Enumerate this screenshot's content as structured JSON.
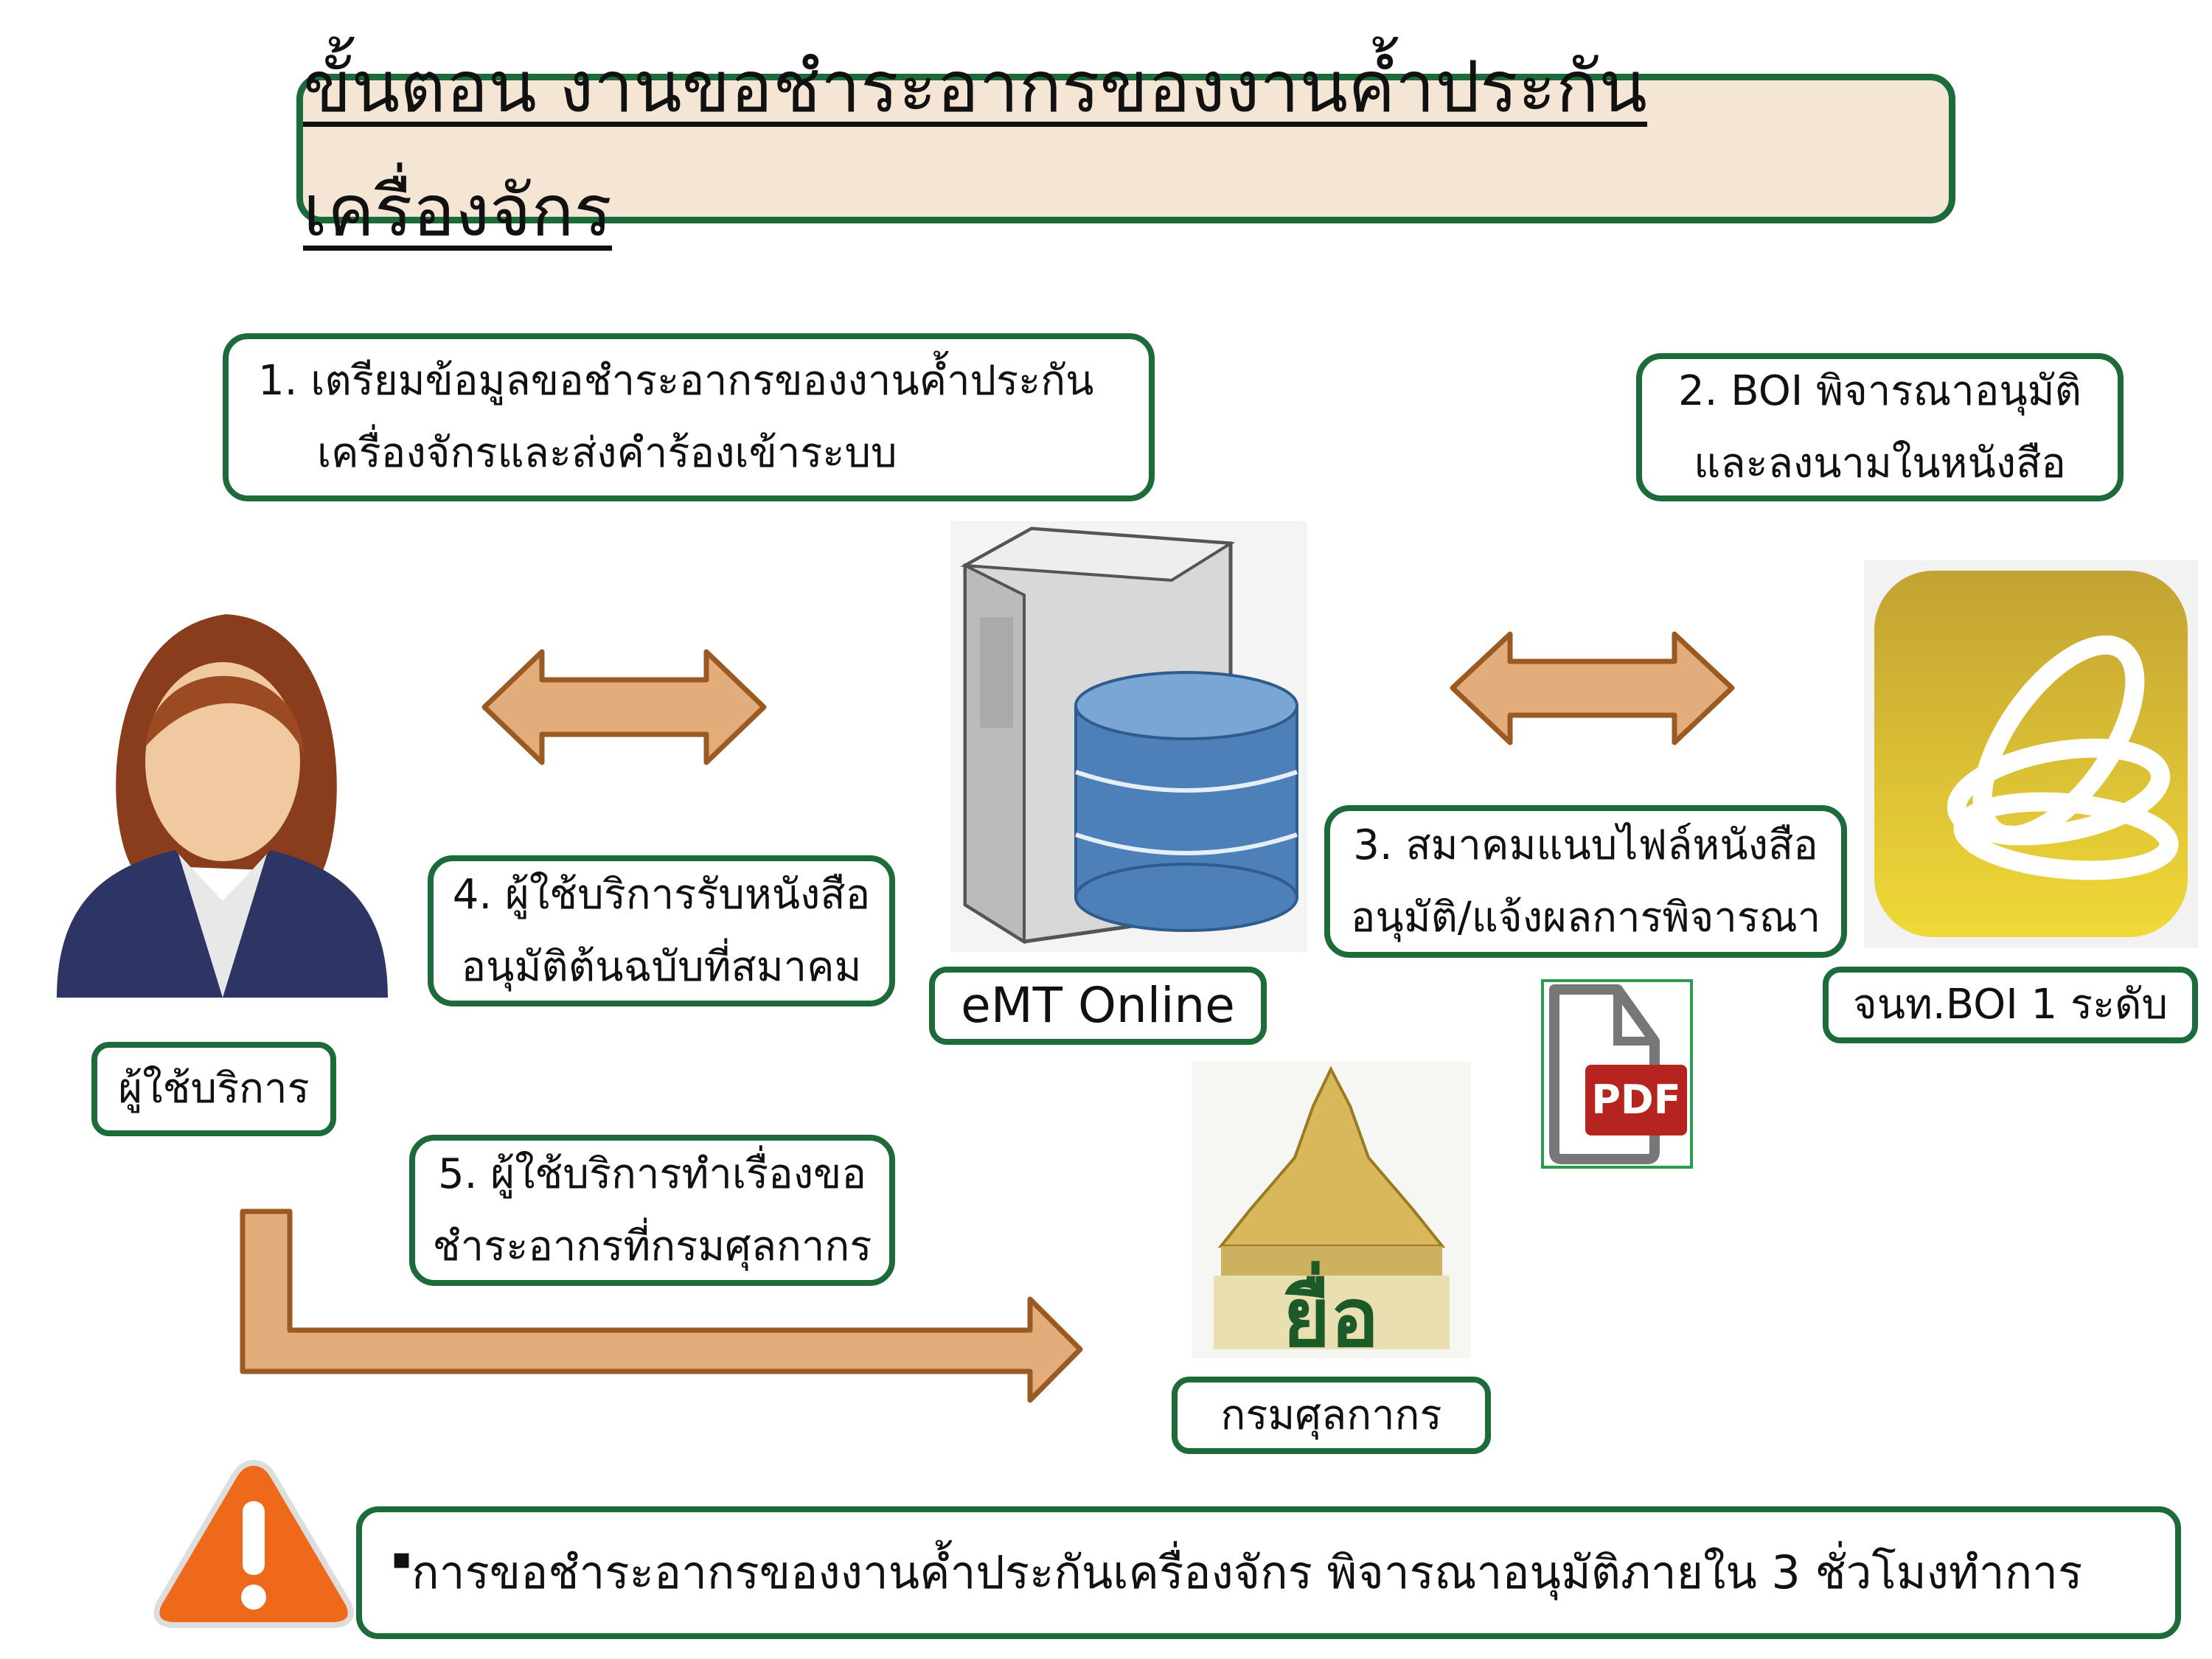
{
  "title": "ขั้นตอน งานขอชำระอากรของงานค้ำประกันเครื่องจักร",
  "steps": {
    "step1": [
      "1. เตรียมข้อมูลขอชำระอากรของงานค้ำประกัน",
      "เครื่องจักรและส่งคำร้องเข้าระบบ"
    ],
    "step2": [
      "2. BOI พิจารณาอนุมัติ",
      "และลงนามในหนังสือ"
    ],
    "step3": [
      "3. สมาคมแนบไฟล์หนังสือ",
      "อนุมัติ/แจ้งผลการพิจารณา"
    ],
    "step4": [
      "4. ผู้ใช้บริการรับหนังสือ",
      "อนุมัติต้นฉบับที่สมาคม"
    ],
    "step5": [
      "5. ผู้ใช้บริการทำเรื่องขอ",
      "ชำระอากรที่กรมศุลกากร"
    ]
  },
  "actors": {
    "user": "ผู้ใช้บริการ",
    "system": "eMT Online",
    "boi_officer": "จนท.BOI 1 ระดับ",
    "customs": "กรมศุลกากร"
  },
  "pdf_label": "PDF",
  "note": {
    "bullet": "▪",
    "text": "การขอชำระอากรของงานค้ำประกันเครื่องจักร พิจารณาอนุมัติภายใน 3 ชั่วโมงทำการ"
  },
  "colors": {
    "border": "#1d6b3a",
    "title_fill": "#f5e5d4",
    "arrow_fill": "#e2ad7b",
    "arrow_stroke": "#9a5a22",
    "boi_gold": "#d4b22e",
    "pdf_red": "#b5241e"
  }
}
